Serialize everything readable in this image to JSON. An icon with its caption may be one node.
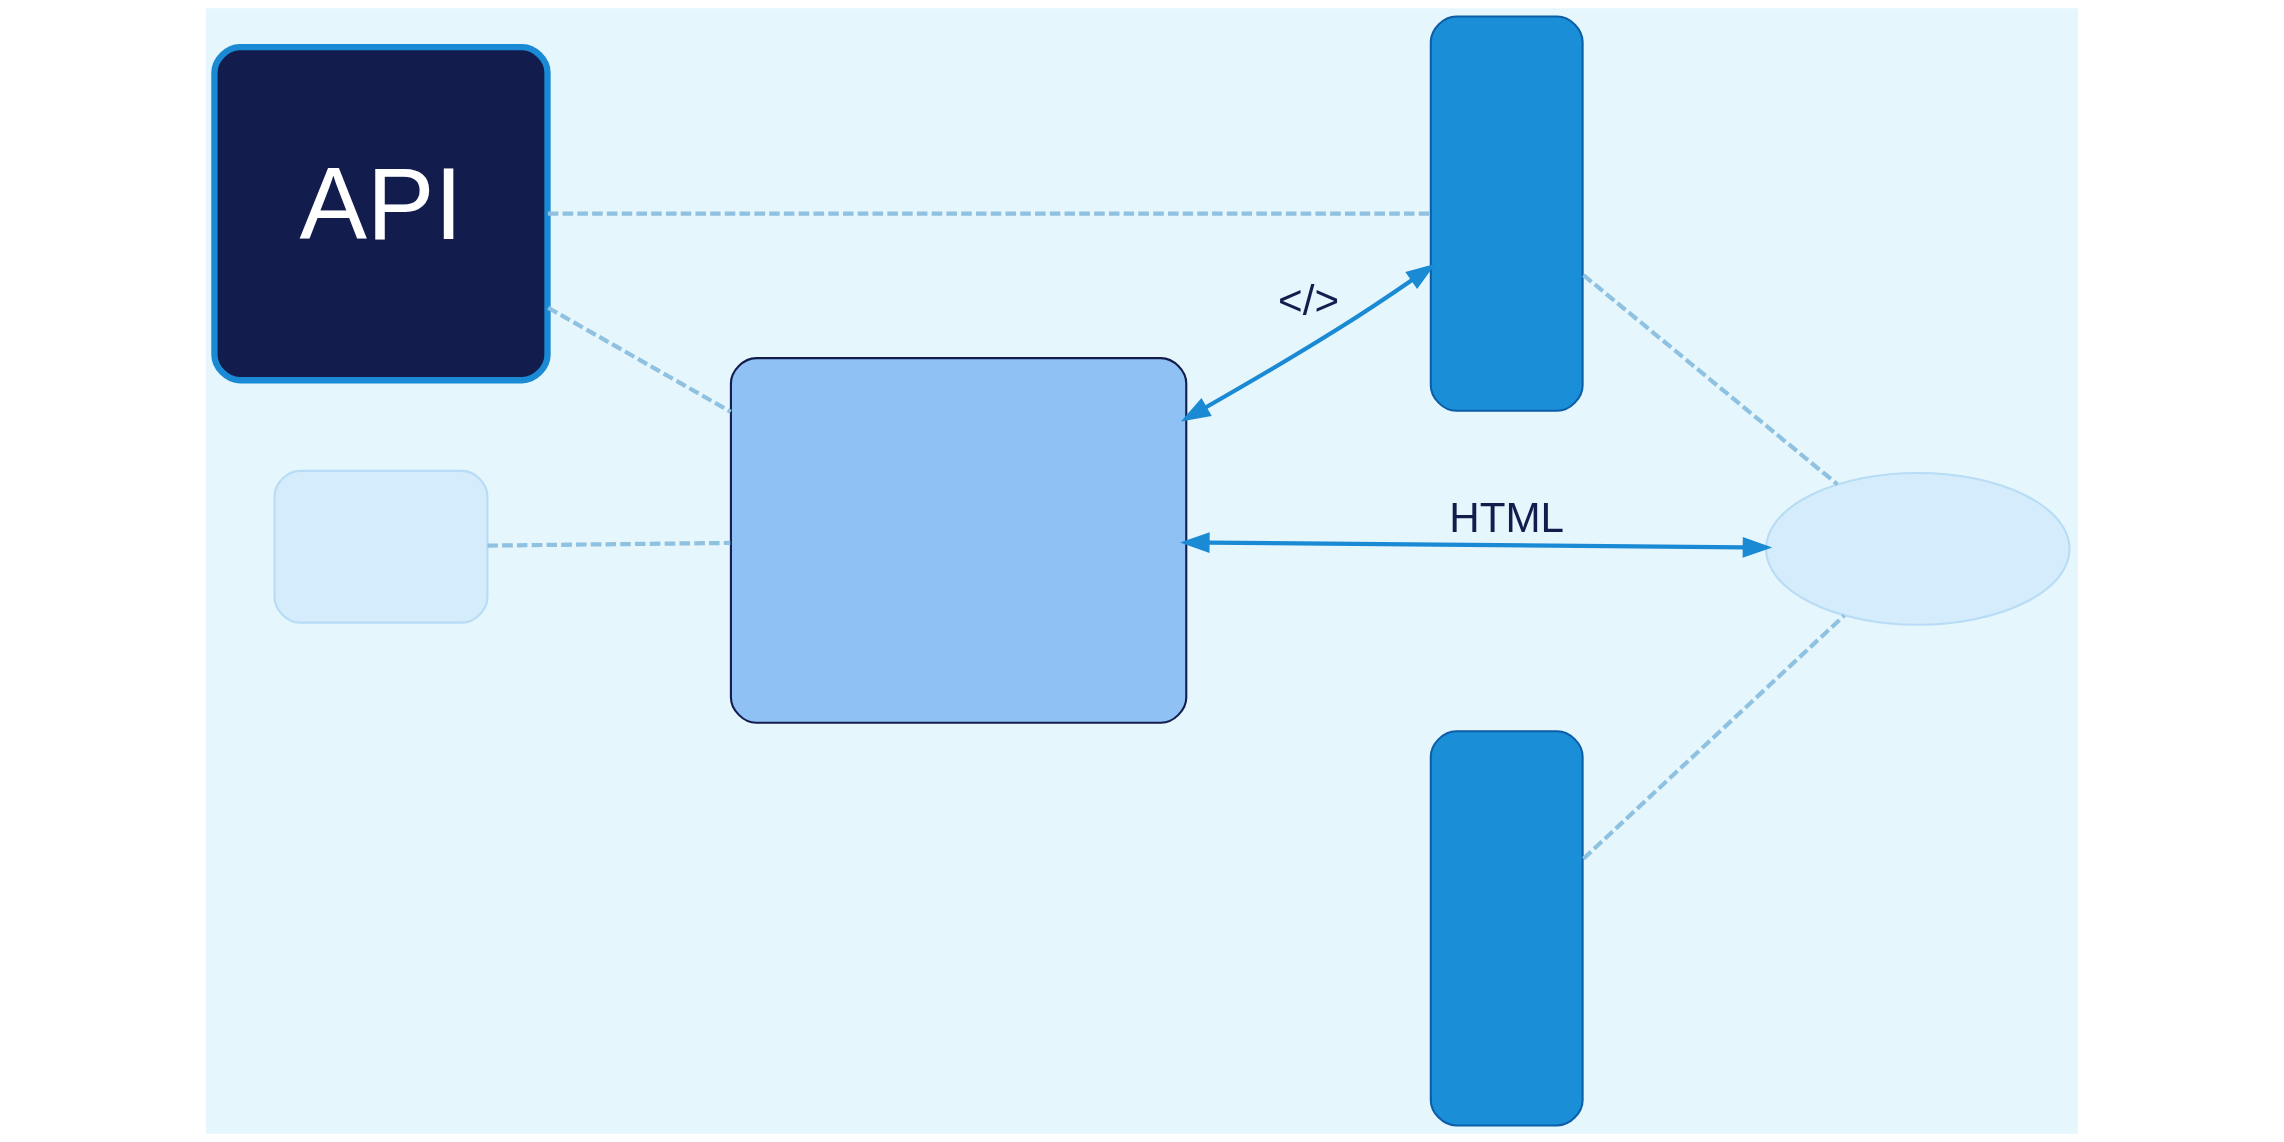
{
  "diagram": {
    "nodes": [
      {
        "text": [
          "API"
        ]
      },
      {
        "text": [],
        "shape": "box"
      },
      {
        "text": [],
        "shape": "box"
      },
      {
        "text": [],
        "shape": "box"
      },
      {
        "text": [],
        "shape": "box"
      },
      {
        "text": [],
        "shape": "cloud"
      }
    ],
    "edges": [
      {
        "from": 1,
        "to": 2,
        "arrow": "both",
        "label": "</>",
        "color": "#1a8ad4"
      },
      {
        "from": 1,
        "to": 5,
        "arrow": "both",
        "label": "HTML",
        "color": "#1a8ad4"
      },
      {
        "from": 4,
        "to": 1,
        "arrow": "none",
        "style": "dashed"
      },
      {
        "from": 0,
        "to": 1,
        "arrow": "none",
        "style": "dashed"
      },
      {
        "from": 0,
        "to": 2,
        "arrow": "none",
        "style": "dashed"
      },
      {
        "from": 2,
        "to": 5,
        "arrow": "none",
        "style": "dashed"
      },
      {
        "from": 3,
        "to": 5,
        "arrow": "none",
        "style": "dashed"
      }
    ]
  }
}
